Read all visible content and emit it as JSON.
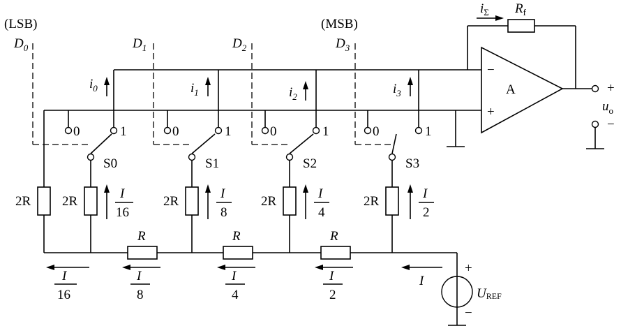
{
  "labels": {
    "lsb": "(LSB)",
    "msb": "(MSB)",
    "d0": "D",
    "d0_sub": "0",
    "d1": "D",
    "d1_sub": "1",
    "d2": "D",
    "d2_sub": "2",
    "d3": "D",
    "d3_sub": "3",
    "i0": "i",
    "i0_sub": "0",
    "i1": "i",
    "i1_sub": "1",
    "i2": "i",
    "i2_sub": "2",
    "i3": "i",
    "i3_sub": "3",
    "isum": "i",
    "isum_sub": "Σ",
    "rf": "R",
    "rf_sub": "f",
    "opamp": "A",
    "minus_in": "−",
    "plus_in": "+",
    "out_plus": "+",
    "out_minus": "−",
    "uo": "u",
    "uo_sub": "o",
    "s0": "S0",
    "s1": "S1",
    "s2": "S2",
    "s3": "S3",
    "pos0": "0",
    "pos1": "1",
    "two_r": "2R",
    "r": "R",
    "i": "I",
    "den16": "16",
    "den8": "8",
    "den4": "4",
    "den2": "2",
    "uref": "U",
    "uref_sub": "REF",
    "src_plus": "+",
    "src_minus": "−"
  }
}
